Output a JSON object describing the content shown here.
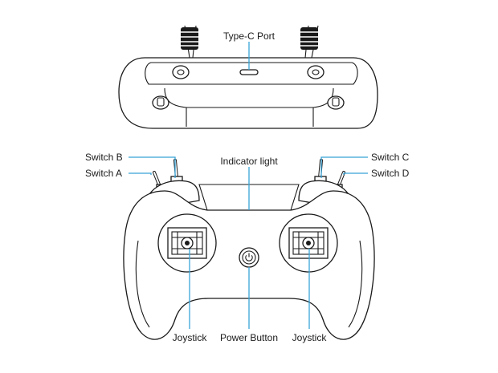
{
  "labels": {
    "type_c_port": "Type-C Port",
    "switch_b": "Switch B",
    "switch_a": "Switch A",
    "switch_c": "Switch C",
    "switch_d": "Switch D",
    "indicator_light": "Indicator light",
    "joystick_left": "Joystick",
    "power_button": "Power Button",
    "joystick_right": "Joystick"
  },
  "colors": {
    "leader_line": "#38a3d8",
    "outline": "#1a1a1a",
    "background": "#ffffff"
  }
}
